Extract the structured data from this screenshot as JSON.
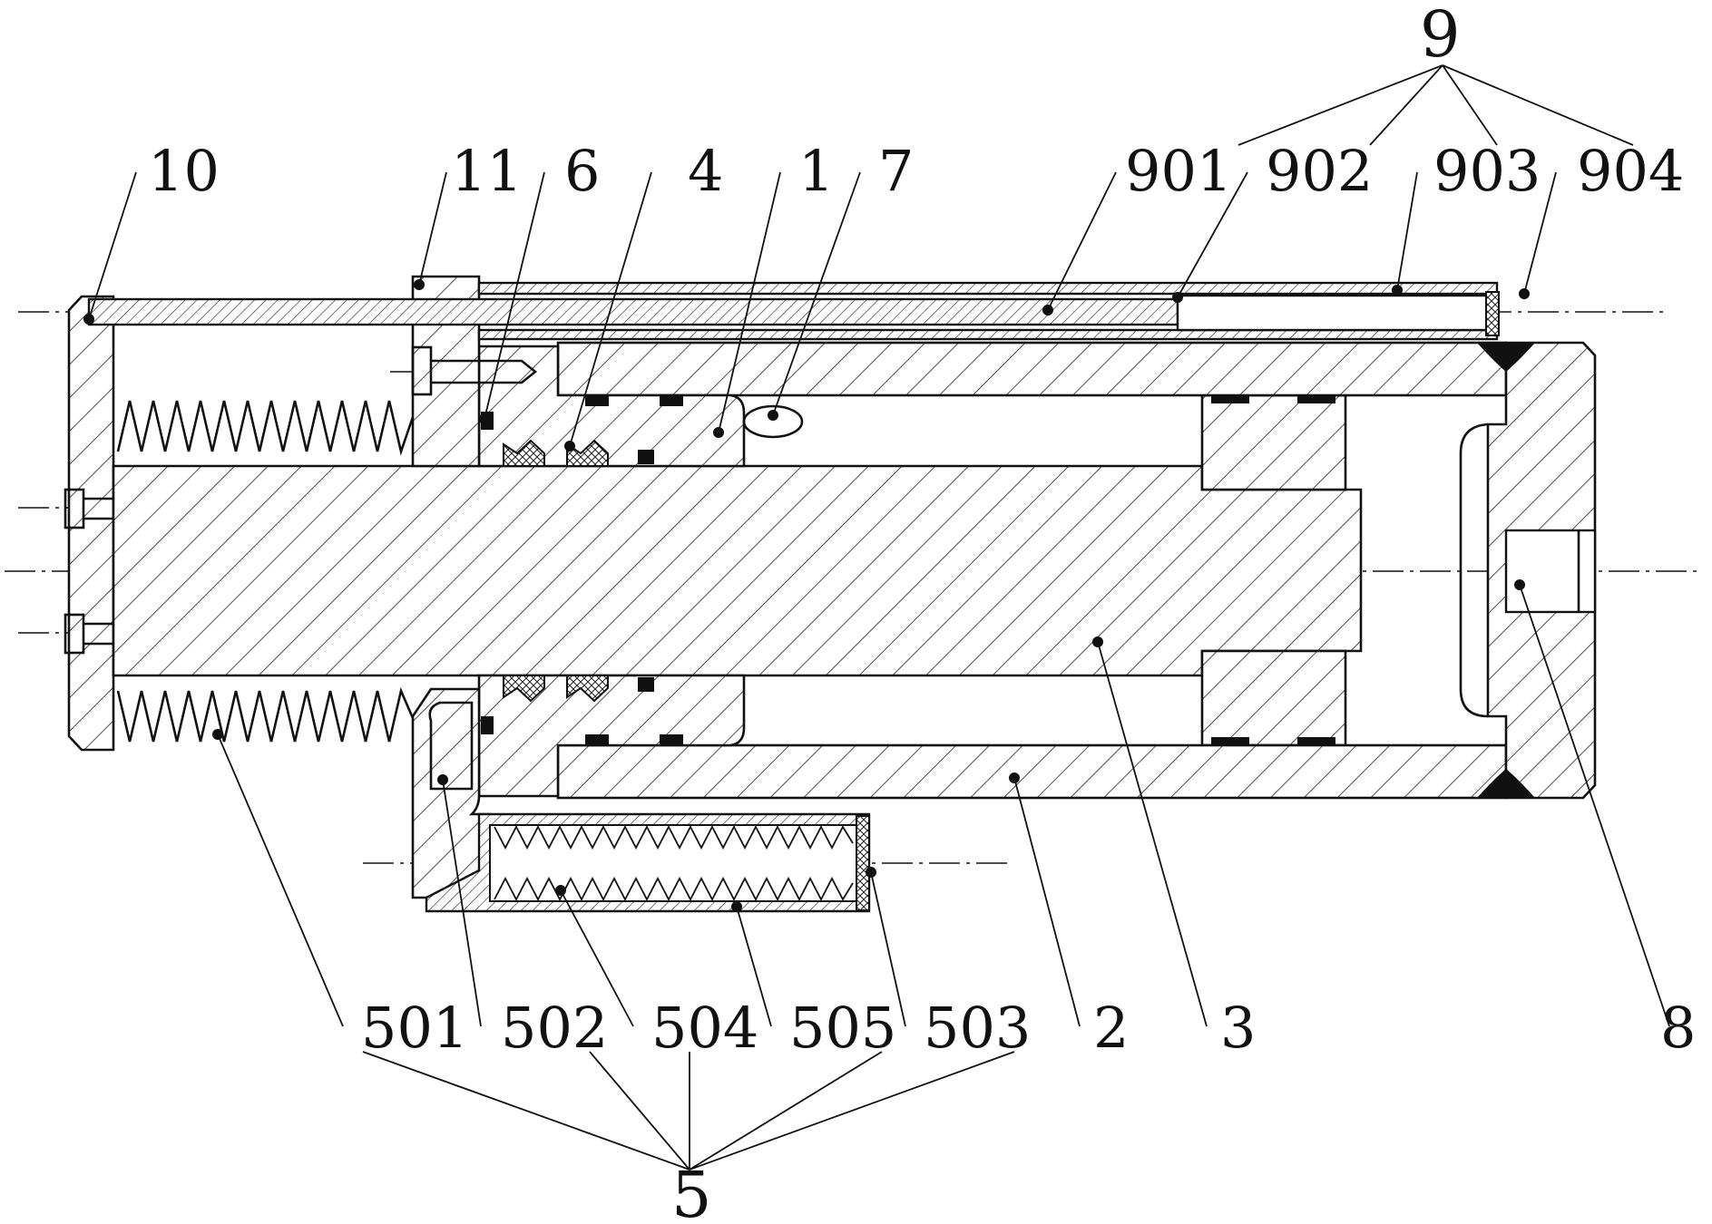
{
  "figure": {
    "callouts": [
      {
        "id": "10",
        "text": "10"
      },
      {
        "id": "11",
        "text": "11"
      },
      {
        "id": "6",
        "text": "6"
      },
      {
        "id": "4",
        "text": "4"
      },
      {
        "id": "1",
        "text": "1"
      },
      {
        "id": "7",
        "text": "7"
      },
      {
        "id": "901",
        "text": "901"
      },
      {
        "id": "902",
        "text": "902"
      },
      {
        "id": "903",
        "text": "903"
      },
      {
        "id": "904",
        "text": "904"
      },
      {
        "id": "9",
        "text": "9"
      },
      {
        "id": "501",
        "text": "501"
      },
      {
        "id": "502",
        "text": "502"
      },
      {
        "id": "504",
        "text": "504"
      },
      {
        "id": "505",
        "text": "505"
      },
      {
        "id": "503",
        "text": "503"
      },
      {
        "id": "2",
        "text": "2"
      },
      {
        "id": "3",
        "text": "3"
      },
      {
        "id": "8",
        "text": "8"
      },
      {
        "id": "5",
        "text": "5"
      }
    ]
  }
}
